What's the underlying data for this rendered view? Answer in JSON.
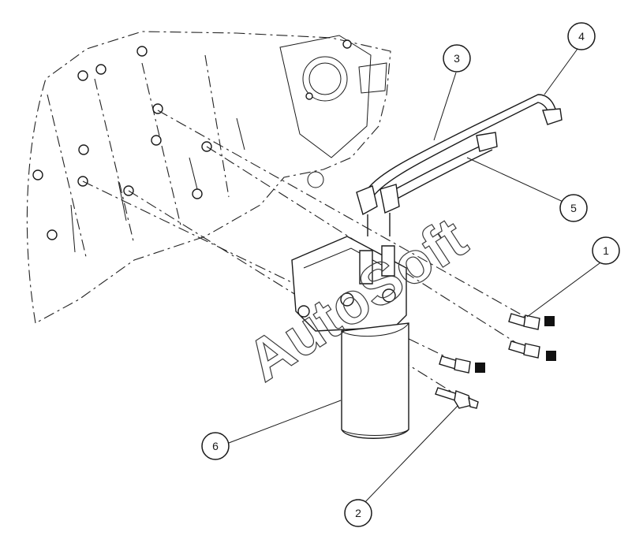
{
  "watermark": "AutoSoft",
  "callouts": [
    {
      "id": "1",
      "label": "1"
    },
    {
      "id": "2",
      "label": "2"
    },
    {
      "id": "3",
      "label": "3"
    },
    {
      "id": "4",
      "label": "4"
    },
    {
      "id": "5",
      "label": "5"
    },
    {
      "id": "6",
      "label": "6"
    }
  ],
  "colors": {
    "line": "#1a1a1a",
    "background": "#ffffff"
  }
}
